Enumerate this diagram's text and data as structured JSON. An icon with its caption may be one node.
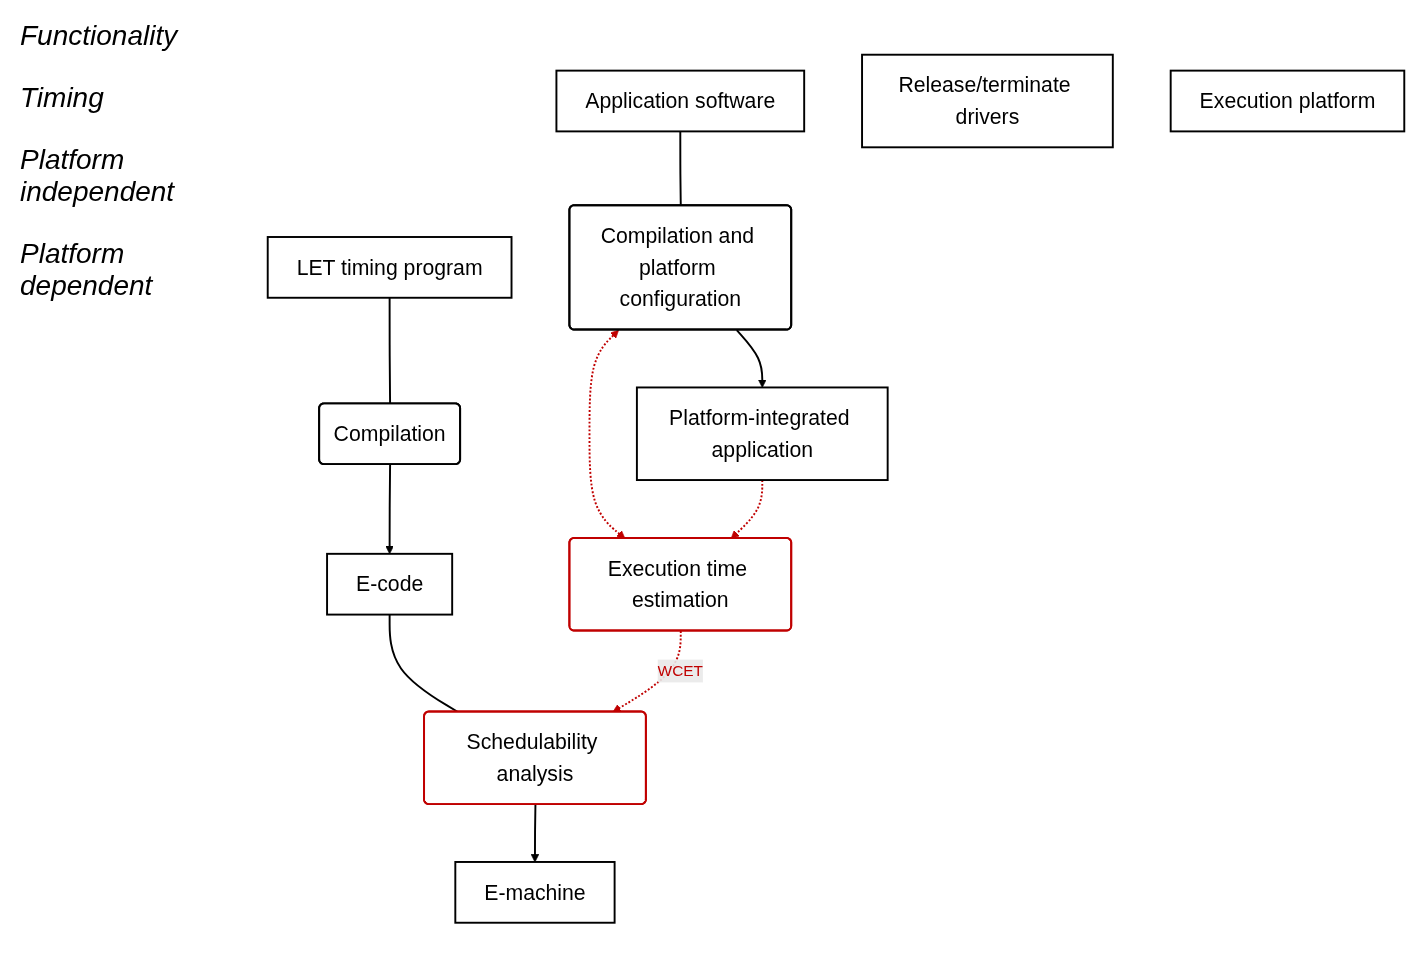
{
  "diagram": {
    "nodes": [
      {
        "text": [
          "Application software"
        ]
      },
      {
        "text": [
          "LET timing program"
        ]
      },
      {
        "text": [
          "Compilation"
        ]
      },
      {
        "text": [
          "E-code"
        ]
      },
      {
        "text": [
          "Execution time estimation"
        ]
      },
      {
        "text": [
          "Schedulability analysis"
        ]
      },
      {
        "text": [
          "Compilation and platform configuration"
        ]
      },
      {
        "text": [
          "Platform-integrated application"
        ]
      },
      {
        "text": [
          "Release/terminate drivers"
        ]
      },
      {
        "text": [
          "E-machine"
        ]
      },
      {
        "text": [
          "Execution platform"
        ]
      }
    ],
    "edges": [
      {
        "from": 0,
        "to": 6,
        "arrow": "none"
      },
      {
        "from": 1,
        "to": 2,
        "arrow": "none"
      },
      {
        "from": 2,
        "to": 3,
        "arrow": "to"
      },
      {
        "from": 3,
        "to": 5,
        "arrow": "none"
      },
      {
        "from": 4,
        "to": 5,
        "arrow": "to",
        "label": "WCET",
        "style": "dashed",
        "color": "#c00000"
      },
      {
        "from": 6,
        "to": 4,
        "arrow": "both",
        "style": "dashed",
        "color": "#c00000"
      },
      {
        "from": 7,
        "to": 4,
        "arrow": "to",
        "style": "dashed",
        "color": "#c00000"
      },
      {
        "from": 6,
        "to": 7,
        "arrow": "to"
      },
      {
        "from": 5,
        "to": 9,
        "arrow": "to"
      }
    ],
    "labels": [
      "Functionality",
      "Timing",
      "Platform independent",
      "Platform dependent"
    ]
  }
}
